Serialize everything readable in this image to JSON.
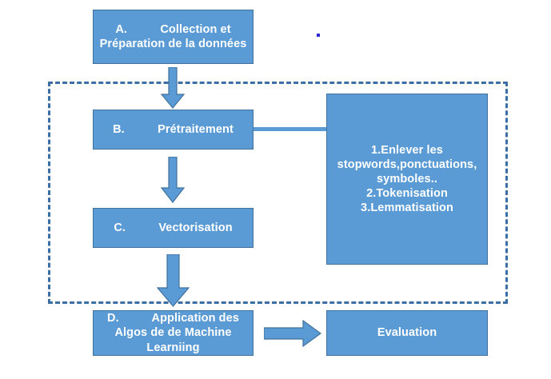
{
  "diagram": {
    "title_dot_artifact": "•",
    "colors": {
      "box_fill": "#5b9bd5",
      "box_border": "#41719c",
      "dashed_border": "#3a6ea5",
      "arrow_fill": "#5b9bd5",
      "arrow_stroke": "#41719c",
      "text": "#ffffff",
      "background": "#ffffff"
    },
    "boxes": {
      "collection": {
        "label": "A.          Collection et Préparation de la données",
        "step": "A."
      },
      "pretraitement": {
        "label": "B.          Prétraitement",
        "step": "B."
      },
      "vectorisation": {
        "label": "C.          Vectorisation",
        "step": "C."
      },
      "application": {
        "label": "D.          Application des Algos de de Machine Learniing",
        "step": "D."
      },
      "evaluation": {
        "label": "Evaluation"
      },
      "details": {
        "label": "1.Enlever les stopwords,ponctuations, symboles..\n2.Tokenisation\n3.Lemmatisation",
        "items": [
          "1.Enlever les stopwords,ponctuations, symboles..",
          "2.Tokenisation",
          "3.Lemmatisation"
        ]
      }
    },
    "connectors": {
      "a_to_b": "arrow-down",
      "b_to_c": "arrow-down",
      "c_to_d": "arrow-down",
      "b_to_details": "line-horizontal",
      "d_to_evaluation": "arrow-right"
    },
    "group": {
      "style": "dashed-rectangle",
      "encloses": [
        "B.",
        "C.",
        "details"
      ]
    }
  }
}
